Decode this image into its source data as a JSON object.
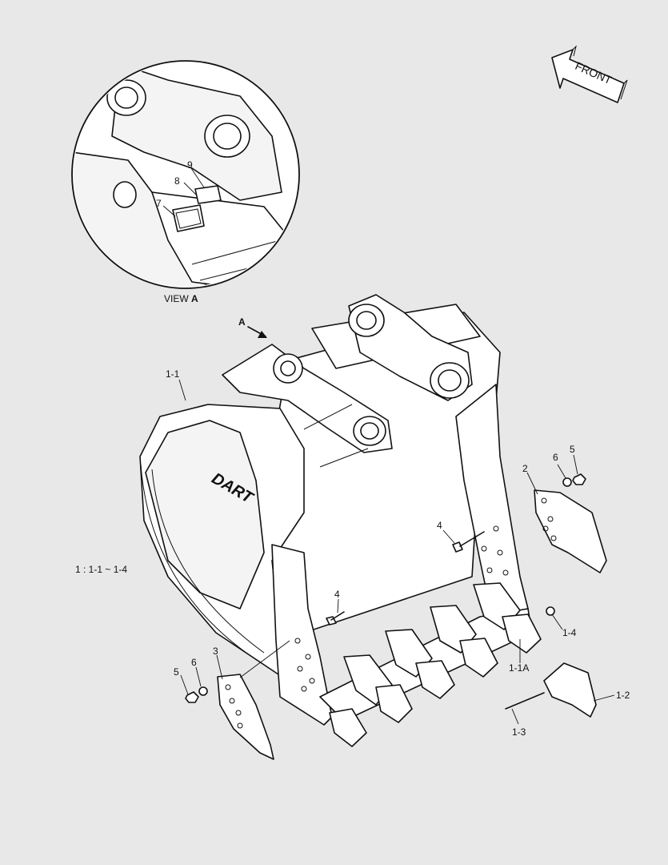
{
  "diagram": {
    "background": "#e8e8e8",
    "line_color": "#111111",
    "front_arrow_text": "FRONT",
    "view_arrow_letter": "A",
    "view_caption_prefix": "VIEW ",
    "view_caption_letter": "A",
    "assembly_note": "1 : 1-1 ~ 1-4",
    "bucket_logo_text": "DART",
    "callouts": {
      "c_1_1": "1-1",
      "c_1_1A": "1-1A",
      "c_1_2": "1-2",
      "c_1_3": "1-3",
      "c_1_4": "1-4",
      "c_2": "2",
      "c_3": "3",
      "c_4_right": "4",
      "c_4_left": "4",
      "c_5_right": "5",
      "c_5_left": "5",
      "c_6_right": "6",
      "c_6_left": "6",
      "c_7": "7",
      "c_8": "8",
      "c_9": "9"
    }
  }
}
